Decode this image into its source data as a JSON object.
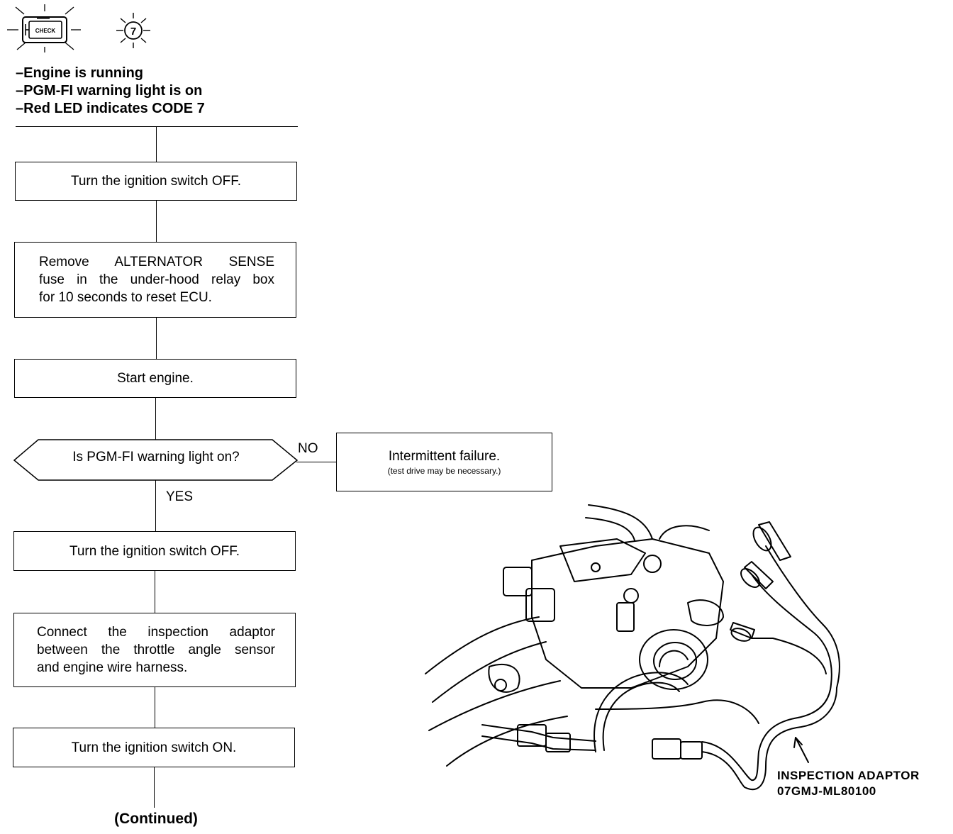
{
  "header_icons": {
    "check_lamp_text": "CHECK",
    "led_code": "7"
  },
  "conditions": [
    "–Engine is running",
    "–PGM-FI warning light is on",
    "–Red LED indicates CODE 7"
  ],
  "steps": {
    "s1": [
      "Turn the ignition switch OFF."
    ],
    "s2": [
      "Remove ALTERNATOR SENSE",
      "fuse in the under-hood relay box",
      "for 10 seconds to reset ECU."
    ],
    "s3": [
      "Start engine."
    ],
    "decision": "Is PGM-FI warning light on?",
    "no_label": "NO",
    "yes_label": "YES",
    "no_result": [
      "Intermittent failure.",
      "(test drive may be necessary.)"
    ],
    "s5": [
      "Turn the ignition switch OFF."
    ],
    "s6": [
      "Connect the inspection adaptor",
      "between the throttle angle sensor",
      "and engine wire harness."
    ],
    "s7": [
      "Turn the ignition switch ON."
    ]
  },
  "continued": "(Continued)",
  "illustration": {
    "label_line1": "INSPECTION ADAPTOR",
    "label_line2": "07GMJ-ML80100"
  }
}
